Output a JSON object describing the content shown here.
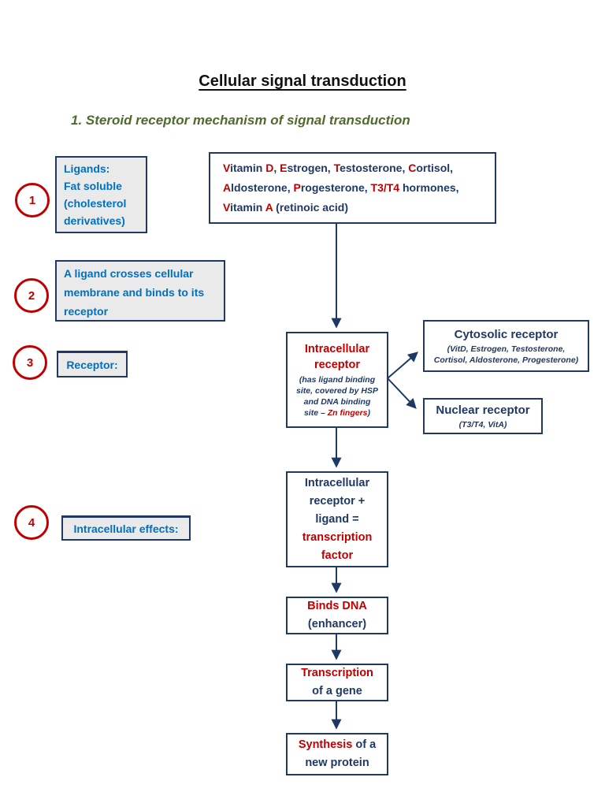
{
  "title": "Cellular signal transduction",
  "subtitle": "1. Steroid receptor mechanism of signal transduction",
  "colors": {
    "navy": "#1f3864",
    "red": "#c00000",
    "blue": "#0070c0",
    "green": "#4f6b2c",
    "box_bg": "#eaeaea"
  },
  "steps": [
    {
      "number": "1",
      "label": "Ligands:\nFat soluble\n(cholesterol\nderivatives)"
    },
    {
      "number": "2",
      "label": "A ligand crosses cellular\nmembrane and binds to its\nreceptor"
    },
    {
      "number": "3",
      "label": "Receptor:"
    },
    {
      "number": "4",
      "label": "Intracellular effects:"
    }
  ],
  "ligand_examples": {
    "line1": [
      {
        "t": "V",
        "c": "red"
      },
      {
        "t": "itamin ",
        "c": "navy"
      },
      {
        "t": "D",
        "c": "red"
      },
      {
        "t": ", ",
        "c": "navy"
      },
      {
        "t": "E",
        "c": "red"
      },
      {
        "t": "strogen, ",
        "c": "navy"
      },
      {
        "t": "T",
        "c": "red"
      },
      {
        "t": "estosterone, ",
        "c": "navy"
      },
      {
        "t": "C",
        "c": "red"
      },
      {
        "t": "ortisol,",
        "c": "navy"
      }
    ],
    "line2": [
      {
        "t": "A",
        "c": "red"
      },
      {
        "t": "ldosterone, ",
        "c": "navy"
      },
      {
        "t": "P",
        "c": "red"
      },
      {
        "t": "rogesterone, ",
        "c": "navy"
      },
      {
        "t": "T3/T4",
        "c": "red"
      },
      {
        "t": " hormones,",
        "c": "navy"
      }
    ],
    "line3": [
      {
        "t": "V",
        "c": "red"
      },
      {
        "t": "itamin ",
        "c": "navy"
      },
      {
        "t": "A",
        "c": "red"
      },
      {
        "t": " (retinoic acid)",
        "c": "navy"
      }
    ]
  },
  "intracellular_receptor": {
    "title": "Intracellular\nreceptor",
    "note": [
      {
        "t": "(has ligand binding\nsite, covered by HSP\nand DNA binding\nsite – ",
        "c": "navy"
      },
      {
        "t": "Zn fingers",
        "c": "red"
      },
      {
        "t": ")",
        "c": "navy"
      }
    ]
  },
  "cytosolic_receptor": {
    "title": "Cytosolic receptor",
    "sub": "(VitD, Estrogen, Testosterone,\nCortisol, Aldosterone, Progesterone)"
  },
  "nuclear_receptor": {
    "title": "Nuclear receptor",
    "sub": "(T3/T4, VitA)"
  },
  "transcription_factor_box": {
    "navy_part": "Intracellular\nreceptor +\nligand =",
    "red_part": "transcription\nfactor"
  },
  "binds_dna_box": {
    "red_part": "Binds DNA",
    "navy_part": "(enhancer)"
  },
  "transcription_box": {
    "red_part": "Transcription",
    "navy_part": "of a gene"
  },
  "synthesis_box": {
    "line1": [
      {
        "t": "Synthesis",
        "c": "red"
      },
      {
        "t": " of a",
        "c": "navy"
      }
    ],
    "line2": "new protein"
  }
}
